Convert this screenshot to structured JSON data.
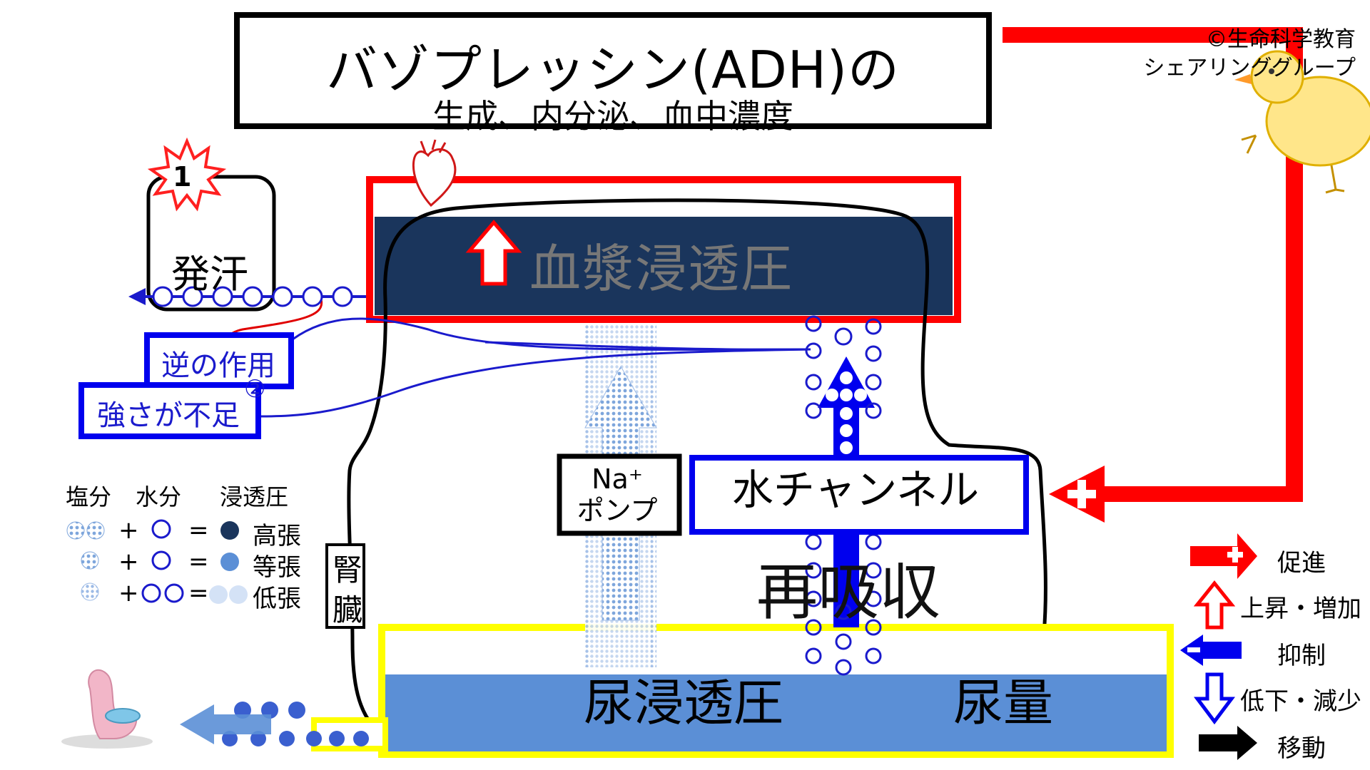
{
  "title": {
    "main": "バゾプレッシン(ADH)の",
    "sub": "生成、内分泌、血中濃度"
  },
  "credit": {
    "line1": "©生命科学教育",
    "line2": "シェアリンググループ"
  },
  "sweat": {
    "label": "発汗",
    "badge": "1"
  },
  "boxes": {
    "opposite": "逆の作用",
    "insufficient": "強さが不足",
    "badge2": "②"
  },
  "plasma": {
    "label": "血漿浸透圧"
  },
  "na_pump": {
    "line1": "Na⁺",
    "line2": "ポンプ"
  },
  "aquaporin": {
    "label": "水チャンネル"
  },
  "reabsorption": {
    "label": "再吸収"
  },
  "urine": {
    "osmolality": "尿浸透圧",
    "volume": "尿量"
  },
  "kidney": {
    "line1": "腎",
    "line2": "臓"
  },
  "legend": {
    "headers": [
      "塩分",
      "水分",
      "浸透圧"
    ],
    "plus": "+",
    "equals": "=",
    "rows": [
      "高張",
      "等張",
      "低張"
    ]
  },
  "key": {
    "items": [
      "促進",
      "上昇・増加",
      "抑制",
      "低下・減少",
      "移動"
    ]
  },
  "colors": {
    "red": "#ff0000",
    "blue": "#0000ee",
    "navy": "#1a355c",
    "urine_blue": "#5b8fd6",
    "yellow": "#ffff00",
    "dot_blue": "#8fb0e0"
  }
}
